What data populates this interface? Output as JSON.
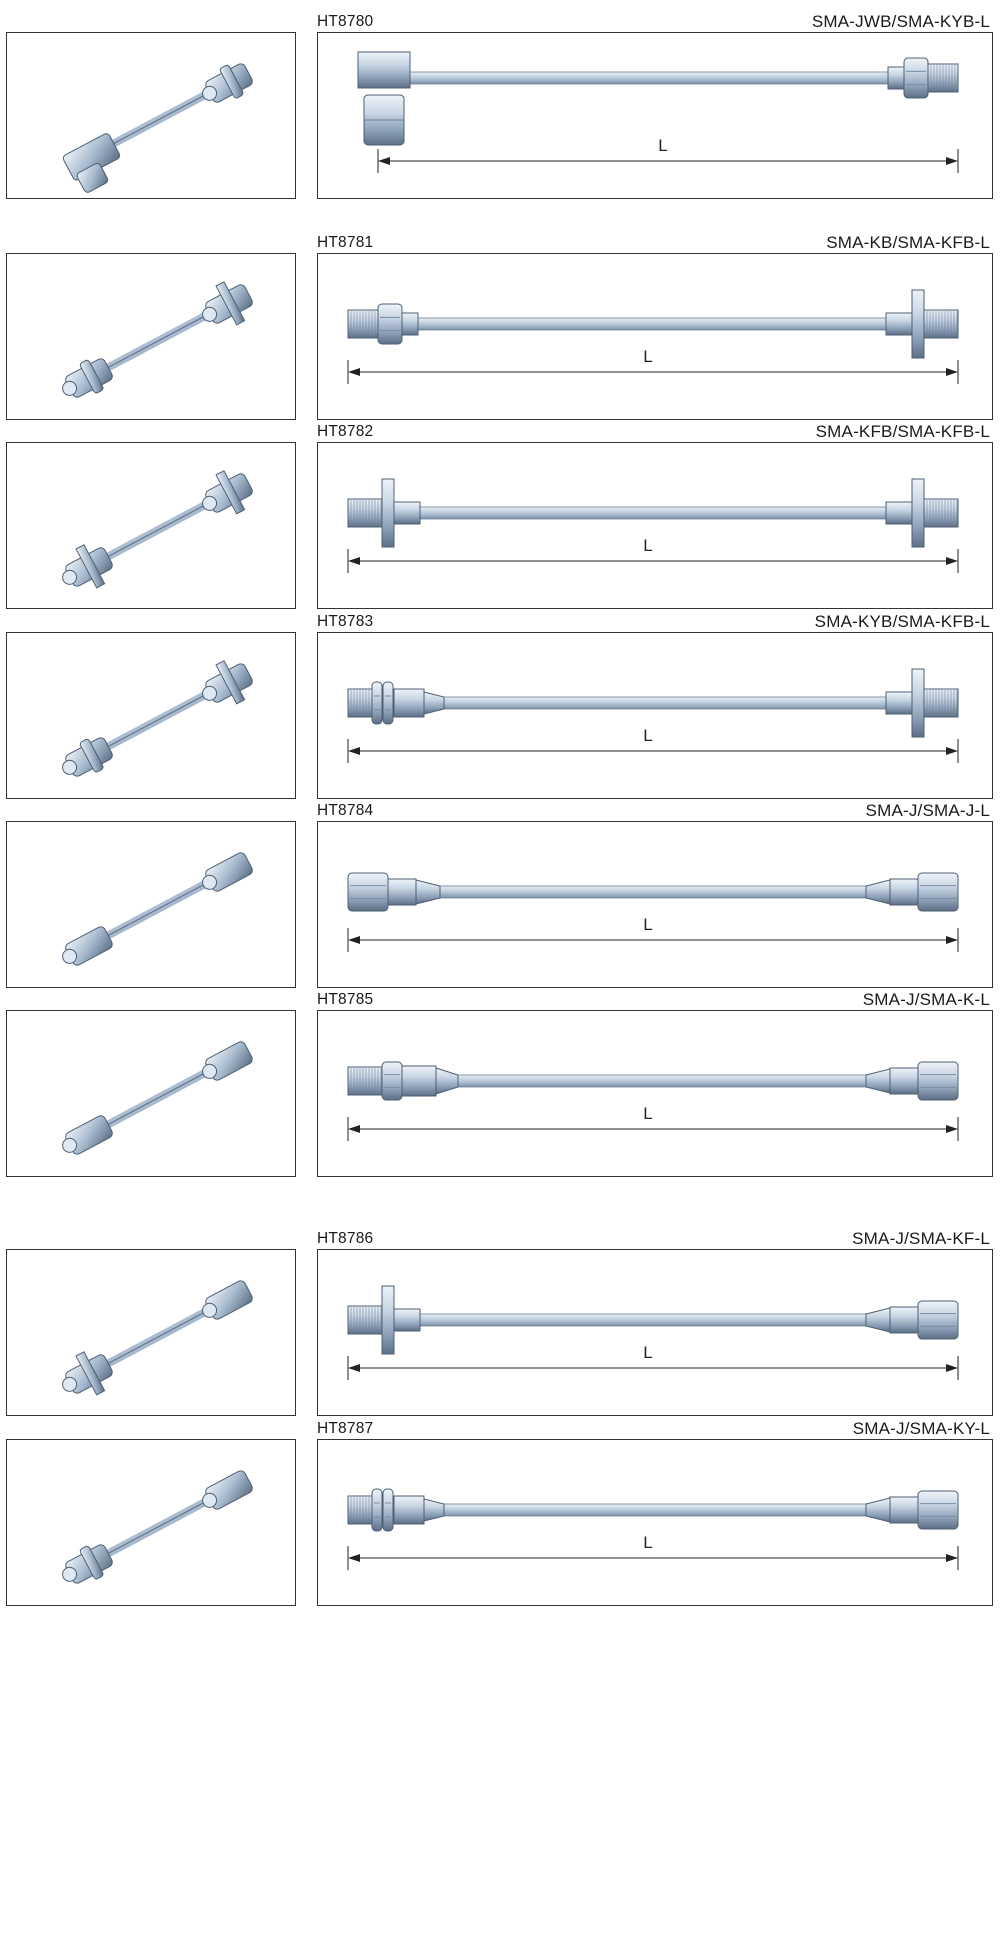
{
  "entries": [
    {
      "code": "HT8780",
      "model": "SMA-JWB/SMA-KYB-L",
      "left": "right-angle-plug",
      "right": "bulkhead-jack",
      "dimension": "L"
    },
    {
      "code": "HT8781",
      "model": "SMA-KB/SMA-KFB-L",
      "left": "bulkhead-jack",
      "right": "flange-jack",
      "dimension": "L"
    },
    {
      "code": "HT8782",
      "model": "SMA-KFB/SMA-KFB-L",
      "left": "flange-jack",
      "right": "flange-jack",
      "dimension": "L"
    },
    {
      "code": "HT8783",
      "model": "SMA-KYB/SMA-KFB-L",
      "left": "bulkhead-nut-jack",
      "right": "flange-jack",
      "dimension": "L"
    },
    {
      "code": "HT8784",
      "model": "SMA-J/SMA-J-L",
      "left": "plug",
      "right": "plug",
      "dimension": "L"
    },
    {
      "code": "HT8785",
      "model": "SMA-J/SMA-K-L",
      "left": "jack",
      "right": "plug",
      "dimension": "L"
    },
    {
      "code": "HT8786",
      "model": "SMA-J/SMA-KF-L",
      "left": "flange-jack",
      "right": "plug",
      "dimension": "L"
    },
    {
      "code": "HT8787",
      "model": "SMA-J/SMA-KY-L",
      "left": "bulkhead-nut-jack",
      "right": "plug",
      "dimension": "L"
    }
  ],
  "colors": {
    "metal_light": "#d9e3ee",
    "metal_mid": "#9fb1c6",
    "metal_dark": "#5f728a",
    "cable": "#c7d5e4",
    "frame": "#333333"
  }
}
